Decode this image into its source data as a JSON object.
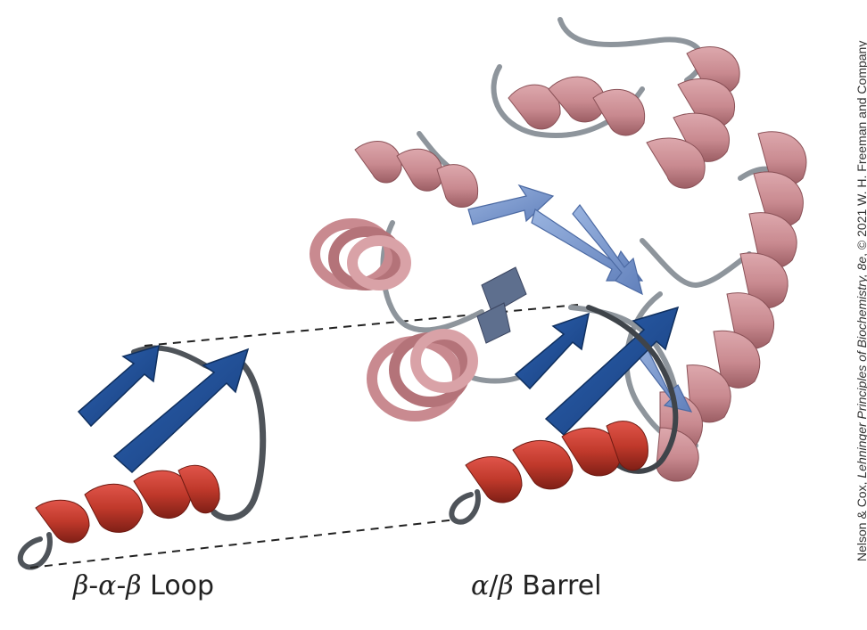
{
  "captions": {
    "left": {
      "g1": "β",
      "s1": "-",
      "g2": "α",
      "s2": "-",
      "g3": "β",
      "rest": " Loop"
    },
    "right": {
      "g1": "α",
      "s1": "/",
      "g2": "β",
      "rest": " Barrel"
    }
  },
  "credit": {
    "authors": "Nelson & Cox, ",
    "book": "Lehninger Principles of Biochemistry, 8e",
    "rest": ", © 2021 W. H. Freeman and Company"
  },
  "colors": {
    "helix_red": "#c0392b",
    "helix_pink": "#c98a90",
    "strand_blue": "#1f4e96",
    "strand_light": "#7c9ad0",
    "loop_gray": "#5a5f66",
    "loop_light": "#8e959c"
  }
}
